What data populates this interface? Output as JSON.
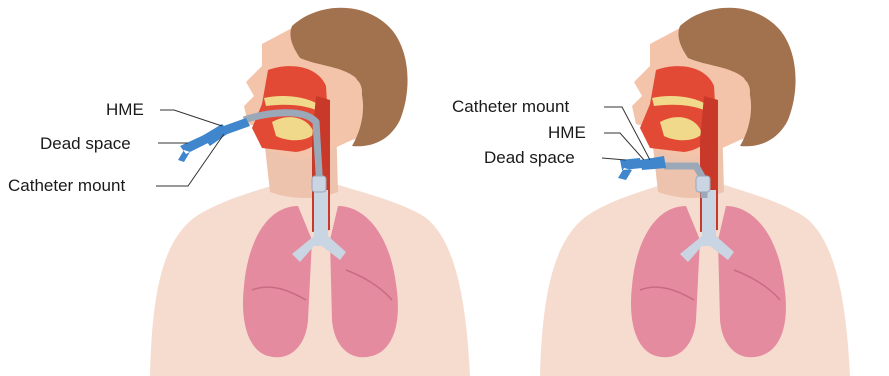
{
  "figures": [
    {
      "id": "oral",
      "labels": {
        "hme": "HME",
        "dead_space": "Dead space",
        "catheter_mount": "Catheter mount"
      }
    },
    {
      "id": "tracheostomy",
      "labels": {
        "catheter_mount": "Catheter mount",
        "hme": "HME",
        "dead_space": "Dead space"
      }
    }
  ],
  "colors": {
    "skin": "#f6dccf",
    "skin_shadow": "#eec3ae",
    "face": "#f3c4a9",
    "hair": "#a2724f",
    "airway": "#e34a35",
    "airway_dark": "#c8392a",
    "bone": "#f0d98a",
    "lung": "#e48ba0",
    "lung_dark": "#c86b83",
    "tube": "#9aa8b8",
    "trachea": "#c9d5e2",
    "device_blue": "#3f86cc"
  }
}
